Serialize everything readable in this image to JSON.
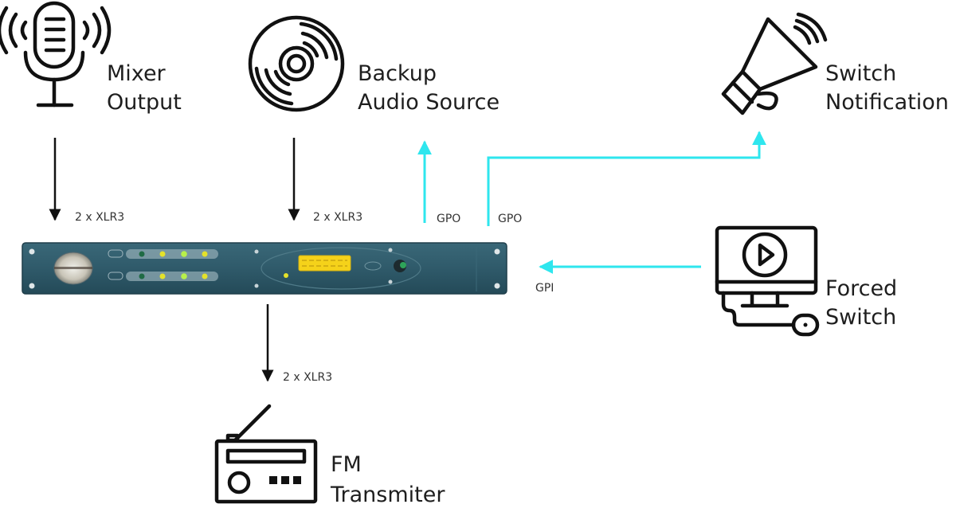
{
  "nodes": {
    "mixer_output": {
      "label_line1": "Mixer",
      "label_line2": "Output",
      "icon": "microphone-icon"
    },
    "backup_audio": {
      "label_line1": "Backup",
      "label_line2": "Audio Source",
      "icon": "vinyl-disc-icon"
    },
    "switch_notification": {
      "label_line1": "Switch",
      "label_line2": "Notification",
      "icon": "megaphone-icon"
    },
    "forced_switch": {
      "label_line1": "Forced",
      "label_line2": "Switch",
      "icon": "computer-play-icon"
    },
    "fm_transmitter": {
      "label_line1": "FM",
      "label_line2": "Transmiter",
      "icon": "radio-icon"
    },
    "switcher_unit": {
      "label": "",
      "icon": "rack-audio-switcher-icon"
    }
  },
  "edges": [
    {
      "from": "mixer_output",
      "to": "switcher_unit",
      "label": "2 x XLR3",
      "kind": "audio"
    },
    {
      "from": "backup_audio",
      "to": "switcher_unit",
      "label": "2 x XLR3",
      "kind": "audio"
    },
    {
      "from": "switcher_unit",
      "to": "fm_transmitter",
      "label": "2 x XLR3",
      "kind": "audio"
    },
    {
      "from": "switcher_unit",
      "to": "backup_audio",
      "label": "GPO",
      "kind": "control"
    },
    {
      "from": "switcher_unit",
      "to": "switch_notification",
      "label": "GPO",
      "kind": "control"
    },
    {
      "from": "forced_switch",
      "to": "switcher_unit",
      "label": "GPI",
      "kind": "control"
    }
  ],
  "colors": {
    "audio_arrow": "#111111",
    "control_arrow": "#2ee6ee",
    "rack_body": "#2f5a6a",
    "rack_panel": "#8fa9b3",
    "lcd": "#f5d21a",
    "led_yellow": "#e4e22a",
    "led_green": "#b8f04a",
    "led_dark_green": "#1f6b45"
  }
}
